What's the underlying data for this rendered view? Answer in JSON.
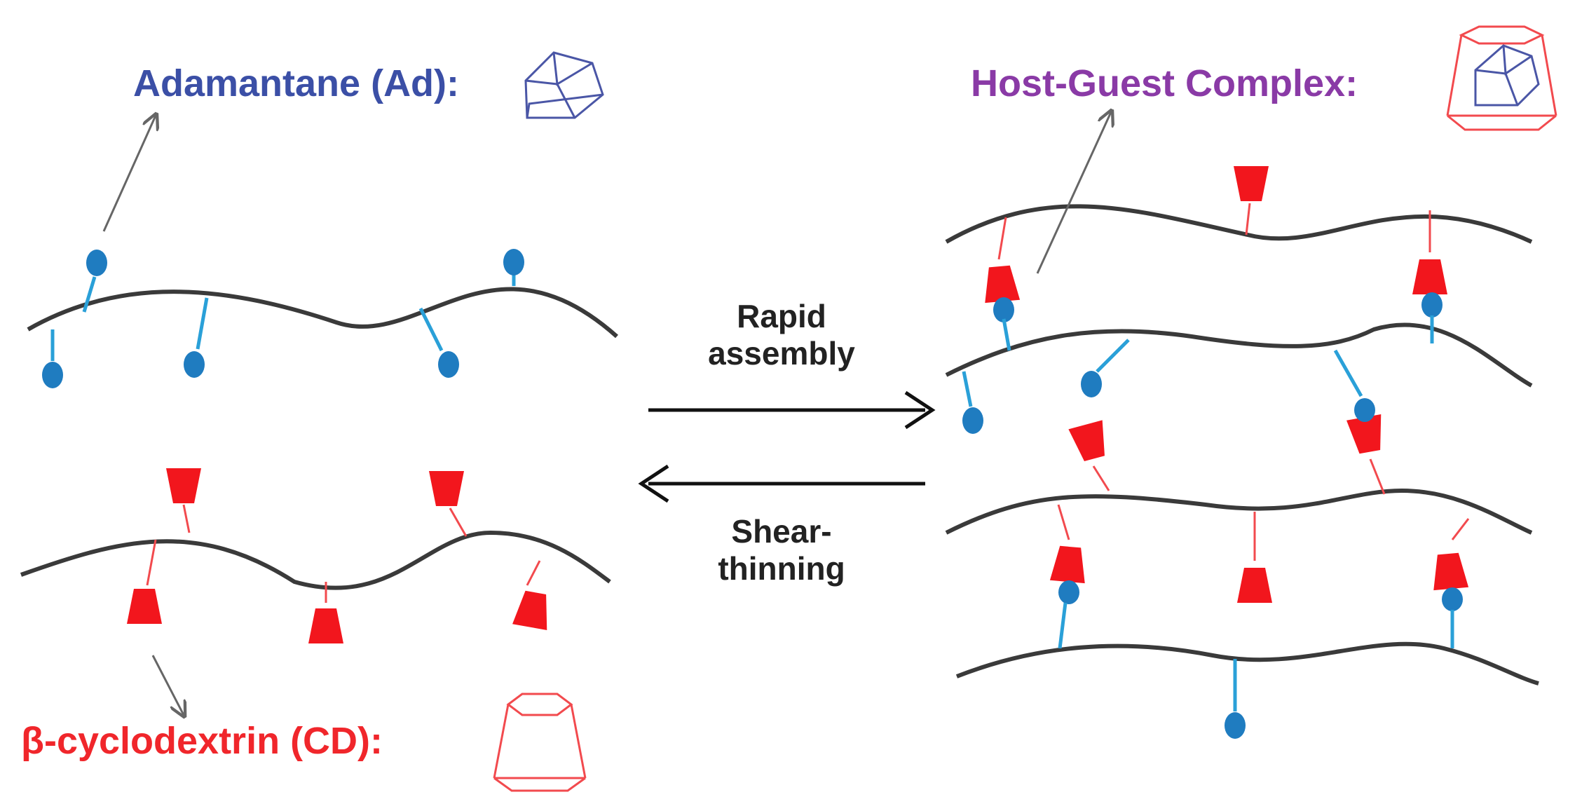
{
  "labels": {
    "adamantane": "Adamantane (Ad):",
    "host_guest": "Host-Guest Complex:",
    "cyclodextrin": "β-cyclodextrin (CD):"
  },
  "processes": {
    "forward_line1": "Rapid",
    "forward_line2": "assembly",
    "reverse_line1": "Shear-",
    "reverse_line2": "thinning"
  },
  "colors": {
    "polymer": "#3a3a3a",
    "adamantane": "#1f7cc0",
    "adamantane_linker": "#2aa0d8",
    "cyclodextrin": "#f2161d",
    "cyclodextrin_outline": "#f24a4e",
    "adamantane_outline": "#4a56a6",
    "arrow": "#111111",
    "pointer": "#666666"
  }
}
